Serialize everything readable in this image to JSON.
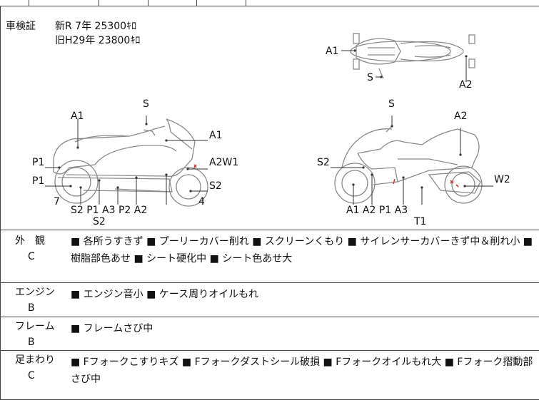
{
  "registration": {
    "title": "車検証",
    "new_line": "新R  7年   25300ｷﾛ",
    "old_line": "旧H29年   23800ｷﾛ"
  },
  "diagram_labels": {
    "top_a1": "A1",
    "top_s": "S",
    "top_a2": "A2",
    "left_s": "S",
    "left_a1_top": "A1",
    "left_a1_right": "A1",
    "left_p1_upper": "P1",
    "left_p1_lower": "P1",
    "left_a2w1": "A2W1",
    "left_s2_right": "S2",
    "left_7": "7",
    "left_4": "4",
    "left_bottom": "S2  P1  A3  P2     A2",
    "left_s2_under": "S2",
    "right_s": "S",
    "right_a2": "A2",
    "right_s2": "S2",
    "right_w2": "W2",
    "right_bottom": "A1  A2     P1  A3",
    "right_t1": "T1"
  },
  "rows": [
    {
      "name": "外　観",
      "grade": "C",
      "details": "■ 各所うすきず ■ プーリーカバー削れ ■ スクリーンくもり ■ サイレンサーカバーきず中＆削れ小 ■ 樹脂部色あせ ■ シート硬化中 ■ シート色あせ大"
    },
    {
      "name": "エンジン",
      "grade": "B",
      "details": "■ エンジン音小 ■ ケース周りオイルもれ"
    },
    {
      "name": "フレーム",
      "grade": "B",
      "details": "■ フレームさび中"
    },
    {
      "name": "足まわり",
      "grade": "C",
      "details": "■ Fフォークこすりキズ ■ Fフォークダストシール破損 ■ Fフォークオイルもれ大 ■ Fフォーク摺動部さび中"
    }
  ]
}
